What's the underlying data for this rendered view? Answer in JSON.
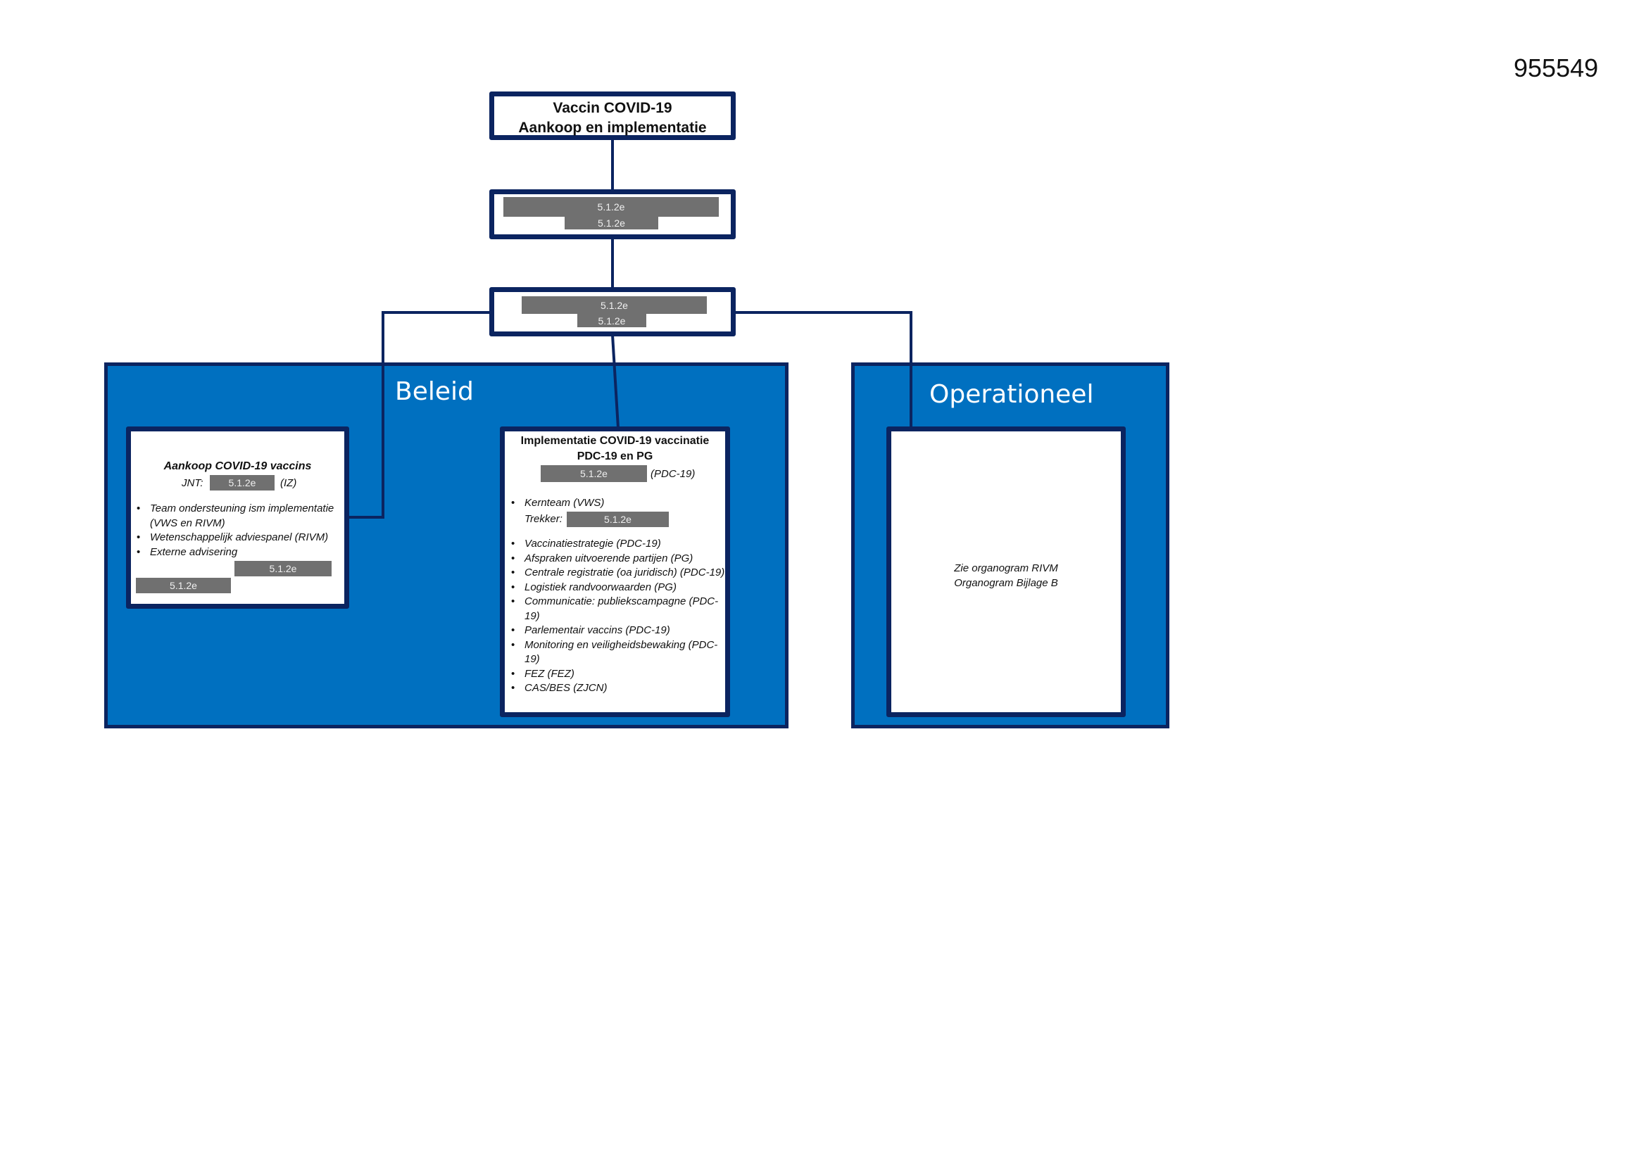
{
  "doc_number": "955549",
  "colors": {
    "border": "#0b2460",
    "panel_fill": "#0070c0",
    "redaction": "#707070"
  },
  "top_box": {
    "line1": "Vaccin COVID-19",
    "line2": "Aankoop en implementatie"
  },
  "box2": {
    "redaction1": "5.1.2e",
    "redaction2": "5.1.2e"
  },
  "box3": {
    "redaction1": "5.1.2e",
    "redaction2": "5.1.2e"
  },
  "beleid": {
    "label": "Beleid",
    "aankoop": {
      "title": "Aankoop COVID-19 vaccins",
      "jnt_label": "JNT:",
      "jnt_redaction": "5.1.2e",
      "jnt_suffix": "(IZ)",
      "bullets": [
        "Team ondersteuning ism implementatie (VWS en RIVM)",
        "Wetenschappelijk adviespanel (RIVM)",
        "Externe advisering"
      ],
      "redaction_a": "5.1.2e",
      "redaction_b": "5.1.2e"
    },
    "implementatie": {
      "title1": "Implementatie COVID-19 vaccinatie",
      "title2": "PDC-19 en PG",
      "lead_redaction": "5.1.2e",
      "lead_suffix": "(PDC-19)",
      "kernteam": "Kernteam (VWS)",
      "trekker_label": "Trekker:",
      "trekker_redaction": "5.1.2e",
      "bullets": [
        "Vaccinatiestrategie (PDC-19)",
        "Afspraken uitvoerende partijen (PG)",
        "Centrale registratie (oa juridisch) (PDC-19)",
        "Logistiek randvoorwaarden (PG)",
        "Communicatie: publiekscampagne (PDC-19)",
        "Parlementair vaccins (PDC-19)",
        "Monitoring en veiligheidsbewaking (PDC-19)",
        "FEZ (FEZ)",
        "CAS/BES (ZJCN)"
      ]
    }
  },
  "operationeel": {
    "label": "Operationeel",
    "line1": "Zie organogram RIVM",
    "line2": "Organogram Bijlage B"
  }
}
